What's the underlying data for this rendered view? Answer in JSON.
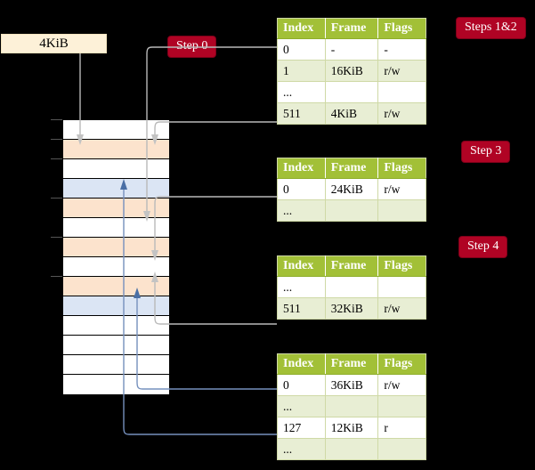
{
  "diagram": {
    "title_badges": [
      {
        "id": "step0",
        "label": "Step 0"
      },
      {
        "id": "steps12",
        "label": "Steps 1&2"
      },
      {
        "id": "step3",
        "label": "Step 3"
      },
      {
        "id": "step4",
        "label": "Step 4"
      }
    ],
    "size_box": {
      "label": "4KiB"
    },
    "memory": {
      "rows": [
        {
          "fill": "white"
        },
        {
          "fill": "peach"
        },
        {
          "fill": "white"
        },
        {
          "fill": "blue"
        },
        {
          "fill": "peach"
        },
        {
          "fill": "white"
        },
        {
          "fill": "peach"
        },
        {
          "fill": "white"
        },
        {
          "fill": "peach"
        },
        {
          "fill": "blue"
        },
        {
          "fill": "white"
        },
        {
          "fill": "white"
        },
        {
          "fill": "white"
        },
        {
          "fill": "white"
        }
      ]
    },
    "tables": [
      {
        "id": "tbl1",
        "headers": [
          "Index",
          "Frame",
          "Flags"
        ],
        "rows": [
          {
            "style": "plain",
            "cells": [
              "0",
              "-",
              "-"
            ],
            "highlight": false
          },
          {
            "style": "alt",
            "cells": [
              "1",
              "16KiB",
              "r/w"
            ],
            "highlight": false
          },
          {
            "style": "plain",
            "cells": [
              "...",
              "",
              ""
            ],
            "highlight": false
          },
          {
            "style": "alt",
            "cells": [
              "511",
              "4KiB",
              "r/w"
            ],
            "highlight": true
          }
        ]
      },
      {
        "id": "tbl2",
        "headers": [
          "Index",
          "Frame",
          "Flags"
        ],
        "rows": [
          {
            "style": "plain",
            "cells": [
              "0",
              "24KiB",
              "r/w"
            ],
            "highlight": false
          },
          {
            "style": "alt",
            "cells": [
              "...",
              "",
              ""
            ],
            "highlight": false
          }
        ]
      },
      {
        "id": "tbl3",
        "headers": [
          "Index",
          "Frame",
          "Flags"
        ],
        "rows": [
          {
            "style": "plain",
            "cells": [
              "...",
              "",
              ""
            ],
            "highlight": false
          },
          {
            "style": "alt",
            "cells": [
              "511",
              "32KiB",
              "r/w"
            ],
            "highlight": false
          }
        ]
      },
      {
        "id": "tbl4",
        "headers": [
          "Index",
          "Frame",
          "Flags"
        ],
        "rows": [
          {
            "style": "plain",
            "cells": [
              "0",
              "36KiB",
              "r/w"
            ],
            "highlight": false
          },
          {
            "style": "alt",
            "cells": [
              "...",
              "",
              ""
            ],
            "highlight": false
          },
          {
            "style": "plain",
            "cells": [
              "127",
              "12KiB",
              "r"
            ],
            "highlight": false
          },
          {
            "style": "alt",
            "cells": [
              "...",
              "",
              ""
            ],
            "highlight": false
          }
        ]
      }
    ],
    "colors": {
      "header_green": "#a2c037",
      "row_alt_green": "#e8eed4",
      "highlight_yellow": "#fbf59a",
      "badge_red": "#b00324",
      "size_box_cream": "#fdf1d8",
      "mem_peach": "#fce3cd",
      "mem_blue": "#dbe5f4",
      "gray_link": "#b9b9b9",
      "blue_link": "#7590bd",
      "background": "#000000"
    }
  }
}
